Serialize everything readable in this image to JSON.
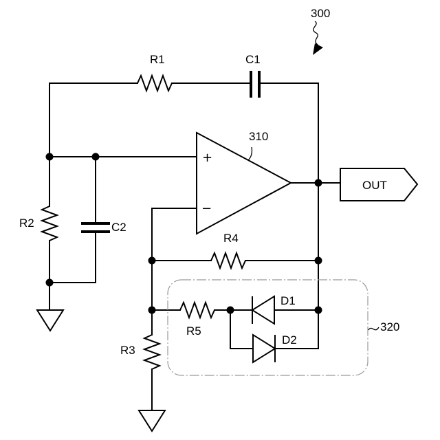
{
  "figure": {
    "ref_number": "300",
    "opamp_ref": "310",
    "module_ref": "320"
  },
  "opamp": {
    "plus_sign": "+",
    "minus_sign": "−"
  },
  "components": {
    "r1": "R1",
    "c1": "C1",
    "r2": "R2",
    "c2": "C2",
    "r3": "R3",
    "r4": "R4",
    "r5": "R5",
    "d1": "D1",
    "d2": "D2"
  },
  "output": {
    "label": "OUT"
  }
}
